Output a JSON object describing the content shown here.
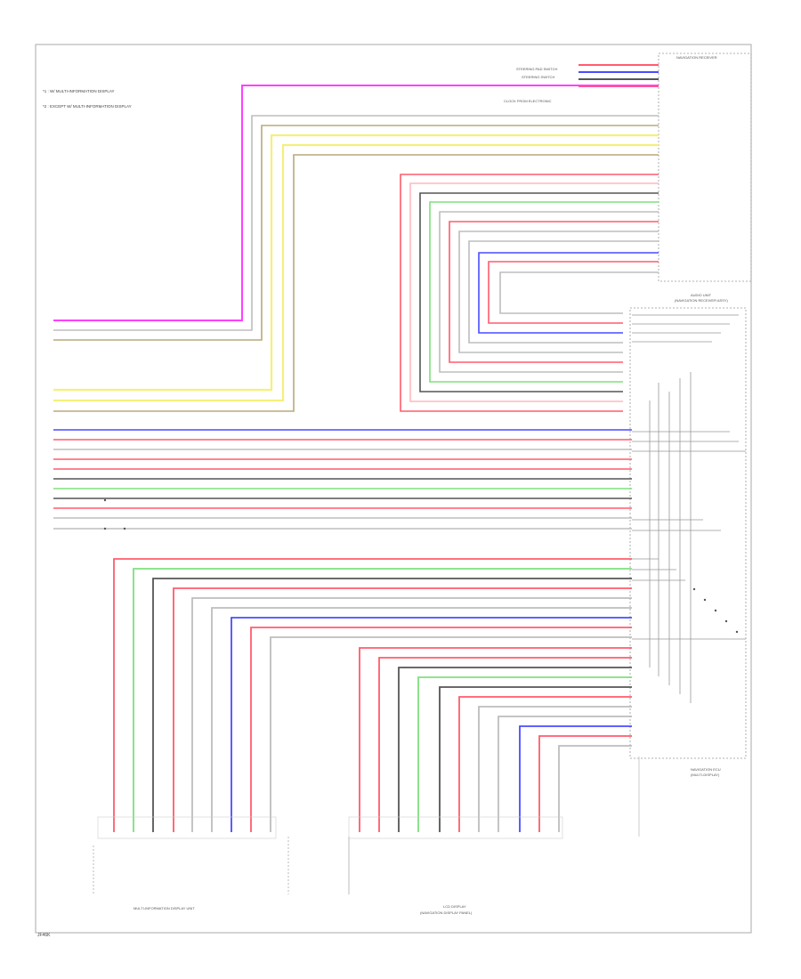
{
  "diagram": {
    "notes": [
      "*1 : W/ MULTI-INFORMATION DISPLAY",
      "*2 : EXCEPT W/ MULTI-INFORMATION DISPLAY"
    ],
    "components": {
      "top_right_box": "NAVIGATION RECEIVER",
      "top_small_1": "STEERING PAD SWITCH",
      "top_small_2": "STEERING SWITCH",
      "mid_label": "CLOCK FROM ELECTRONIC",
      "audio_unit": "AUDIO UNIT",
      "audio_unit_sub": "(NAVIGATION RECEIVER ASSY)",
      "nav_right": "NAVIGATION ECU",
      "nav_right_sub": "(MULTI-DISPLAY)",
      "bottom_left": "MULTI-INFORMATION DISPLAY UNIT",
      "bottom_right_1": "LCD DISPLAY",
      "bottom_right_2": "(NAVIGATION DISPLAY PANEL)"
    },
    "footer_code": "JF46K"
  },
  "colors": {
    "pink": "#ff40ff",
    "yellow": "#f5f07a",
    "tan": "#b9aa7a",
    "gray": "#bdbdbd",
    "black": "#555555",
    "red": "#ff5c6c",
    "green": "#7ee07e",
    "blue": "#4a4cff",
    "lightred": "#ffb8be",
    "frame": "#aaaaaa"
  }
}
